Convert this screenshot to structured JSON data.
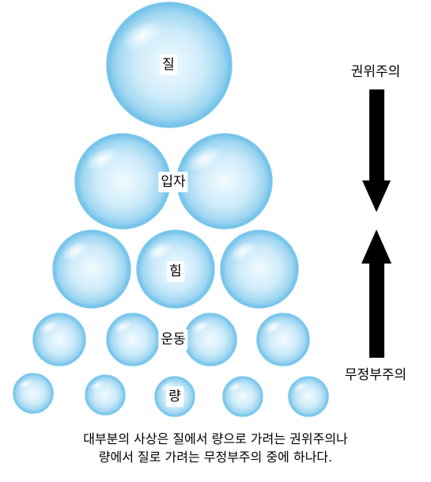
{
  "levels": [
    {
      "label": "질"
    },
    {
      "label": "입자"
    },
    {
      "label": "힘"
    },
    {
      "label": "운동"
    },
    {
      "label": "량"
    }
  ],
  "arrows": {
    "top_label": "권위주의",
    "bottom_label": "무정부주의"
  },
  "caption": {
    "line1": "대부분의 사상은 질에서 량으로 가려는 권위주의나",
    "line2": "량에서 질로 가려는 무정부주의 중에 하나다."
  },
  "colors": {
    "bubble_light": "#eaf7fd",
    "bubble_mid": "#a9dcf3",
    "bubble_edge": "#5fb8e6",
    "arrow": "#000000"
  }
}
